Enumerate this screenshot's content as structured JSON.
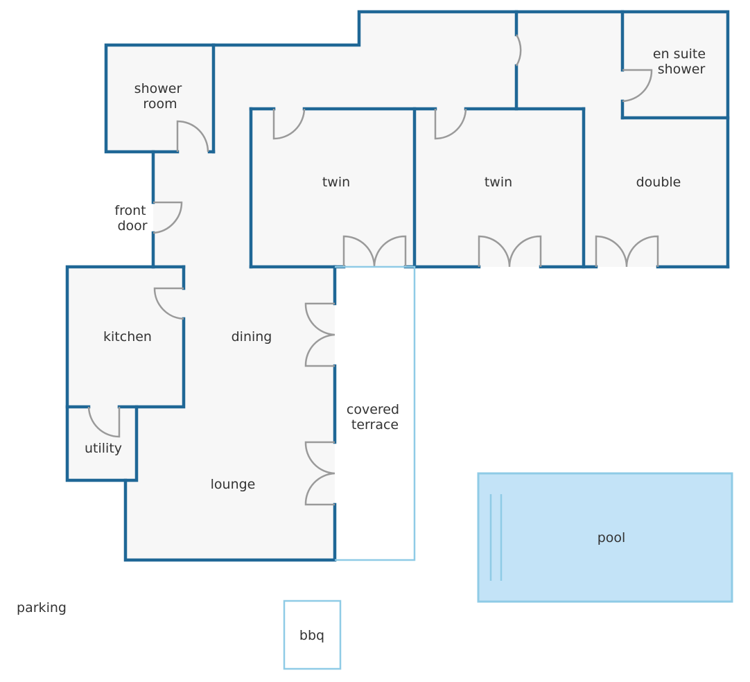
{
  "colors": {
    "wall": "#1f6796",
    "floor": "#f7f7f7",
    "door": "#9a9a9a",
    "terrace_outline": "#8fcbe6",
    "pool_fill": "#c3e3f7"
  },
  "labels": {
    "shower_room": [
      "shower",
      "room"
    ],
    "en_suite_shower": [
      "en suite",
      "shower"
    ],
    "twin_left": "twin",
    "twin_right": "twin",
    "double": "double",
    "front_door": [
      "front",
      "door"
    ],
    "kitchen": "kitchen",
    "dining": "dining",
    "utility": "utility",
    "lounge": "lounge",
    "covered_terrace": [
      "covered",
      "terrace"
    ],
    "pool": "pool",
    "parking": "parking",
    "bbq": "bbq"
  }
}
